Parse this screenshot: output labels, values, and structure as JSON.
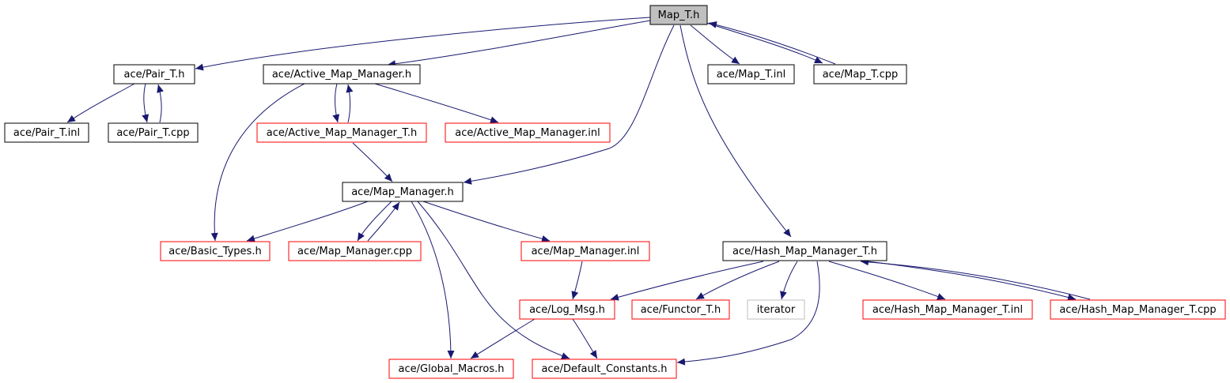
{
  "colors": {
    "edge": "#191970",
    "border_default": "#000000",
    "border_truncated": "#ff0000",
    "border_external": "#bfbfbf",
    "root_fill": "#bfbfbf",
    "node_fill": "#ffffff"
  },
  "nodes": {
    "map_t_h": {
      "label": "Map_T.h",
      "style": "root"
    },
    "pair_t_h": {
      "label": "ace/Pair_T.h",
      "style": "default"
    },
    "active_map_manager_h": {
      "label": "ace/Active_Map_Manager.h",
      "style": "default"
    },
    "map_t_inl": {
      "label": "ace/Map_T.inl",
      "style": "default"
    },
    "map_t_cpp": {
      "label": "ace/Map_T.cpp",
      "style": "default"
    },
    "pair_t_inl": {
      "label": "ace/Pair_T.inl",
      "style": "default"
    },
    "pair_t_cpp": {
      "label": "ace/Pair_T.cpp",
      "style": "default"
    },
    "active_map_manager_t_h": {
      "label": "ace/Active_Map_Manager_T.h",
      "style": "truncated"
    },
    "active_map_manager_inl": {
      "label": "ace/Active_Map_Manager.inl",
      "style": "truncated"
    },
    "map_manager_h": {
      "label": "ace/Map_Manager.h",
      "style": "default"
    },
    "basic_types_h": {
      "label": "ace/Basic_Types.h",
      "style": "truncated"
    },
    "map_manager_cpp": {
      "label": "ace/Map_Manager.cpp",
      "style": "truncated"
    },
    "map_manager_inl": {
      "label": "ace/Map_Manager.inl",
      "style": "truncated"
    },
    "hash_map_manager_t_h": {
      "label": "ace/Hash_Map_Manager_T.h",
      "style": "default"
    },
    "log_msg_h": {
      "label": "ace/Log_Msg.h",
      "style": "truncated"
    },
    "functor_t_h": {
      "label": "ace/Functor_T.h",
      "style": "truncated"
    },
    "iterator": {
      "label": "iterator",
      "style": "external"
    },
    "hash_map_manager_t_inl": {
      "label": "ace/Hash_Map_Manager_T.inl",
      "style": "truncated"
    },
    "hash_map_manager_t_cpp": {
      "label": "ace/Hash_Map_Manager_T.cpp",
      "style": "truncated"
    },
    "global_macros_h": {
      "label": "ace/Global_Macros.h",
      "style": "truncated"
    },
    "default_constants_h": {
      "label": "ace/Default_Constants.h",
      "style": "truncated"
    }
  },
  "edges": [
    {
      "from": "map_t_h",
      "to": "pair_t_h"
    },
    {
      "from": "map_t_h",
      "to": "active_map_manager_h"
    },
    {
      "from": "map_t_h",
      "to": "map_t_inl"
    },
    {
      "from": "map_t_h",
      "to": "map_t_cpp"
    },
    {
      "from": "map_t_cpp",
      "to": "map_t_h"
    },
    {
      "from": "map_t_h",
      "to": "map_manager_h"
    },
    {
      "from": "map_t_h",
      "to": "hash_map_manager_t_h"
    },
    {
      "from": "pair_t_h",
      "to": "pair_t_inl"
    },
    {
      "from": "pair_t_h",
      "to": "pair_t_cpp"
    },
    {
      "from": "pair_t_cpp",
      "to": "pair_t_h"
    },
    {
      "from": "active_map_manager_h",
      "to": "basic_types_h"
    },
    {
      "from": "active_map_manager_h",
      "to": "active_map_manager_t_h"
    },
    {
      "from": "active_map_manager_t_h",
      "to": "active_map_manager_h"
    },
    {
      "from": "active_map_manager_h",
      "to": "active_map_manager_inl"
    },
    {
      "from": "active_map_manager_t_h",
      "to": "map_manager_h"
    },
    {
      "from": "map_manager_h",
      "to": "basic_types_h"
    },
    {
      "from": "map_manager_h",
      "to": "map_manager_cpp"
    },
    {
      "from": "map_manager_cpp",
      "to": "map_manager_h"
    },
    {
      "from": "map_manager_h",
      "to": "map_manager_inl"
    },
    {
      "from": "map_manager_h",
      "to": "global_macros_h"
    },
    {
      "from": "map_manager_h",
      "to": "default_constants_h"
    },
    {
      "from": "map_manager_inl",
      "to": "log_msg_h"
    },
    {
      "from": "log_msg_h",
      "to": "global_macros_h"
    },
    {
      "from": "log_msg_h",
      "to": "default_constants_h"
    },
    {
      "from": "hash_map_manager_t_h",
      "to": "log_msg_h"
    },
    {
      "from": "hash_map_manager_t_h",
      "to": "functor_t_h"
    },
    {
      "from": "hash_map_manager_t_h",
      "to": "iterator"
    },
    {
      "from": "hash_map_manager_t_h",
      "to": "hash_map_manager_t_inl"
    },
    {
      "from": "hash_map_manager_t_h",
      "to": "hash_map_manager_t_cpp"
    },
    {
      "from": "hash_map_manager_t_cpp",
      "to": "hash_map_manager_t_h"
    },
    {
      "from": "hash_map_manager_t_h",
      "to": "default_constants_h"
    }
  ]
}
